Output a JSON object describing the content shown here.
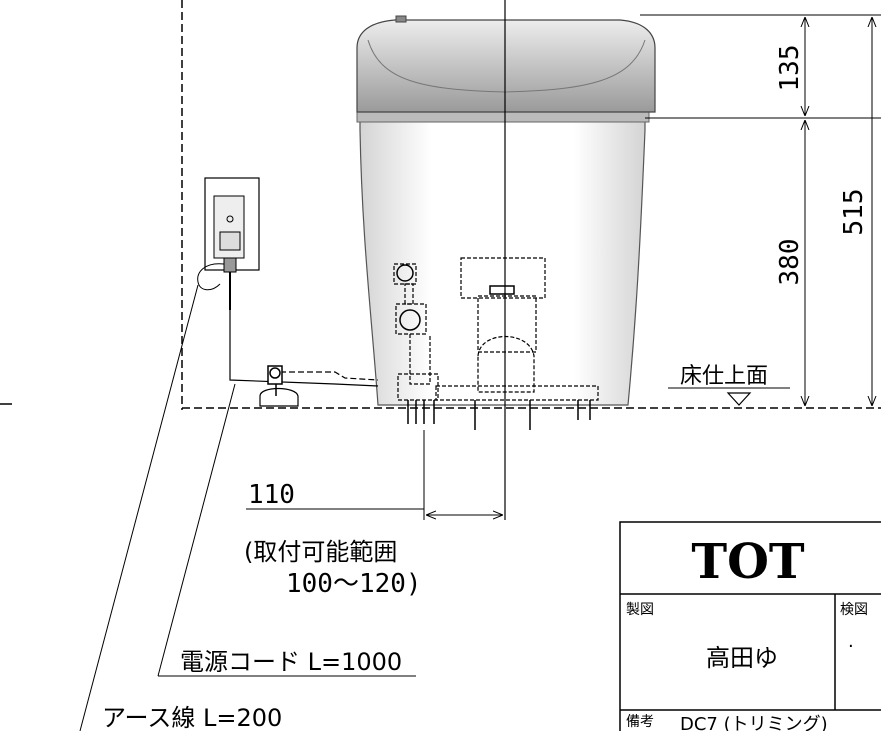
{
  "dimensions": {
    "seat_height": "135",
    "total_height": "515",
    "bowl_height": "380",
    "offset": "110"
  },
  "labels": {
    "floor_surface": "床仕上面",
    "install_range_line1": "(取付可能範囲",
    "install_range_line2": "100～120)",
    "power_cord": "電源コード L=1000",
    "earth_wire": "アース線 L=200"
  },
  "title_block": {
    "brand": "TOT",
    "drawn_label": "製図",
    "checked_label": "検図",
    "drafter": "高田ゆ",
    "checked_mark": "·",
    "remarks_label": "備考",
    "remarks_value": "DC7 (トリミング)"
  }
}
